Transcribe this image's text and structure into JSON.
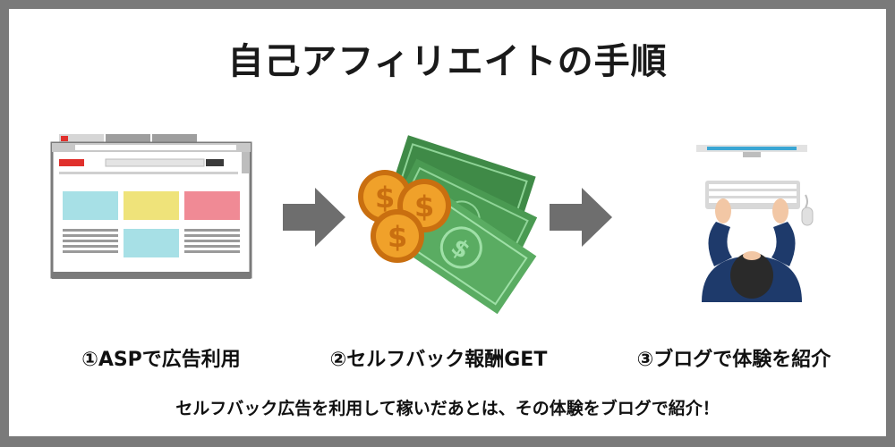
{
  "title": "自己アフィリエイトの手順",
  "steps": [
    {
      "label": "①ASPで広告利用",
      "icon": "browser-window-icon"
    },
    {
      "label": "②セルフバック報酬GET",
      "icon": "money-coins-icon"
    },
    {
      "label": "③ブログで体験を紹介",
      "icon": "person-at-computer-icon"
    }
  ],
  "footer": "セルフバック広告を利用して稼いだあとは、その体験をブログで紹介！",
  "colors": {
    "frame": "#7a7a7a",
    "arrow": "#6e6e6e",
    "bill": "#4f9e57",
    "coin": "#e89a1f",
    "person_shirt": "#1e3a6b"
  }
}
